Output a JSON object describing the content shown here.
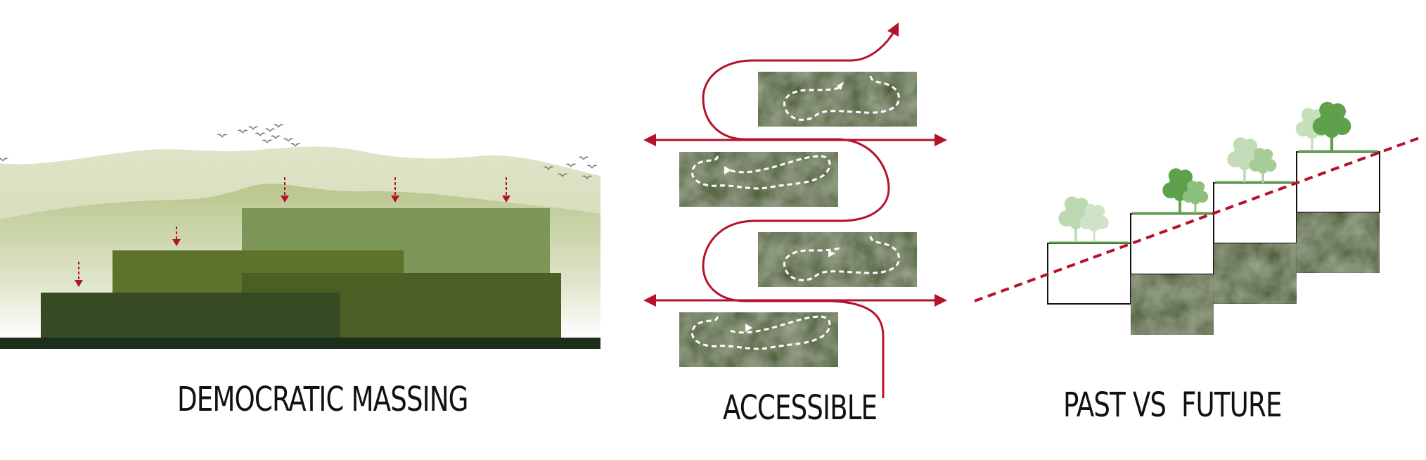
{
  "panels": [
    {
      "id": "massing",
      "caption": "DEMOCRATIC MASSING"
    },
    {
      "id": "accessible",
      "caption": "ACCESSIBLE"
    },
    {
      "id": "past-future",
      "caption": "PAST VS  FUTURE"
    }
  ],
  "colors": {
    "accent_red": "#b5122b",
    "hill_light": "#dde3c6",
    "hill_mid": "#b6c48a",
    "block_light": "#7b9656",
    "block_mid": "#5f7229",
    "block_dark": "#4b5f24",
    "block_darkest": "#364a24",
    "ground": "#1c2e1c",
    "panel_texture": "#3f5128",
    "tree_green": "#5ea04b",
    "tree_faded": "#bcd9b2"
  },
  "icons": {
    "birds": "bird-flock-icon",
    "trees": "tree-icon",
    "arrow": "arrow-head-icon"
  }
}
